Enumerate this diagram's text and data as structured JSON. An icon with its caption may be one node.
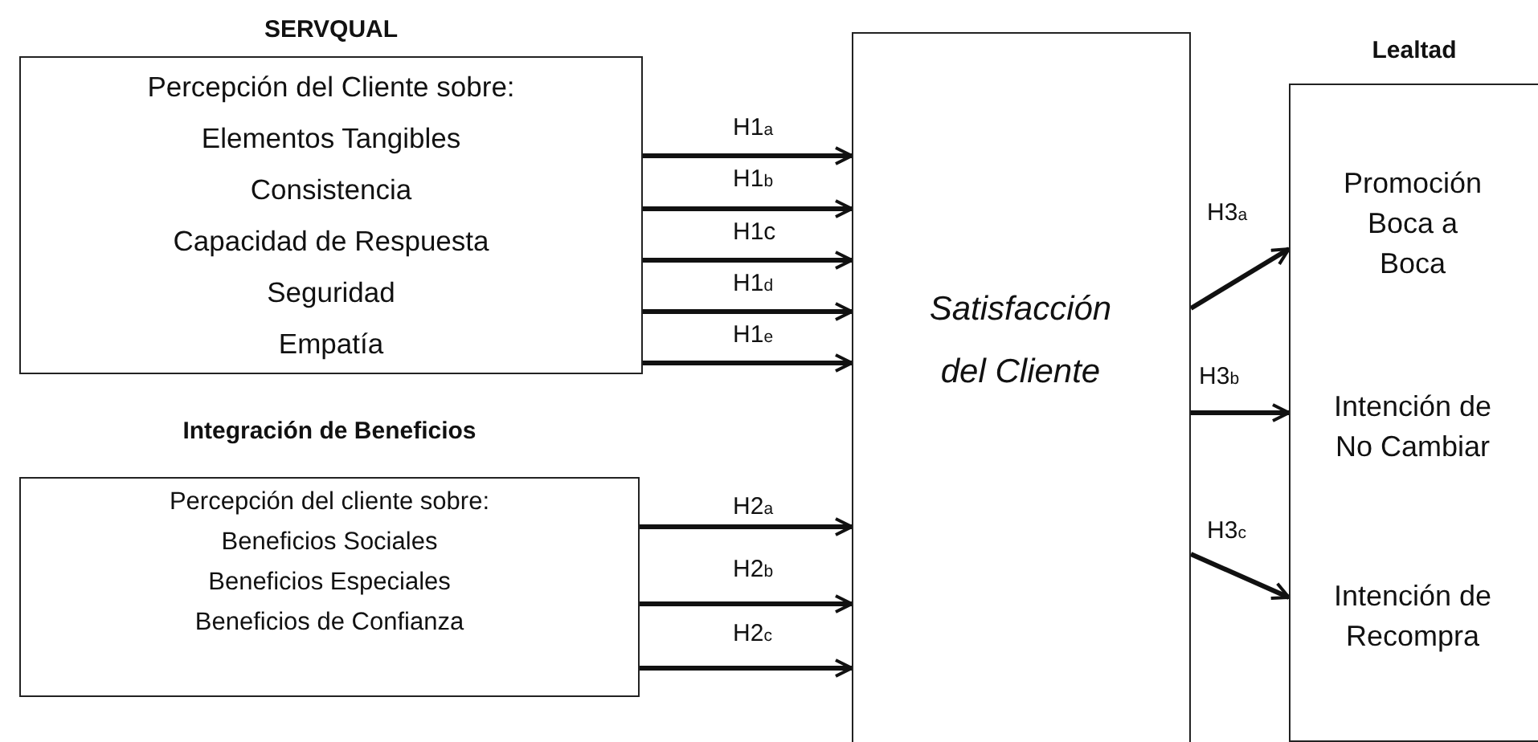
{
  "diagram": {
    "nodes": [
      {
        "text": [
          "SERVQUAL",
          "Percepción del Cliente sobre:",
          "Elementos Tangibles",
          "Consistencia",
          "Capacidad de Respuesta",
          "Seguridad",
          "Empatía"
        ]
      },
      {
        "text": [
          "Integración de Beneficios",
          "Percepción del cliente sobre:",
          "Beneficios Sociales",
          "Beneficios Especiales",
          "Beneficios de Confianza"
        ]
      },
      {
        "text": [
          "Satisfacción del Cliente"
        ]
      },
      {
        "text": [
          "Lealtad"
        ]
      },
      {
        "text": [
          "Promoción Boca a Boca"
        ],
        "in": 3
      },
      {
        "text": [
          "Intención de No Cambiar"
        ],
        "in": 3
      },
      {
        "text": [
          "Intención de Recompra"
        ],
        "in": 3
      }
    ],
    "edges": [
      {
        "from": 0,
        "to": 2,
        "arrow": "to",
        "label": "H1$_{a}$"
      },
      {
        "from": 0,
        "to": 2,
        "arrow": "to",
        "label": "H1$_{b}$"
      },
      {
        "from": 0,
        "to": 2,
        "arrow": "to",
        "label": "H1c"
      },
      {
        "from": 0,
        "to": 2,
        "arrow": "to",
        "label": "H1$_{d}$"
      },
      {
        "from": 0,
        "to": 2,
        "arrow": "to",
        "label": "H1$_{e}$"
      },
      {
        "from": 1,
        "to": 2,
        "arrow": "to",
        "label": "H2$_{a}$"
      },
      {
        "from": 1,
        "to": 2,
        "arrow": "to",
        "label": "H2$_{b}$"
      },
      {
        "from": 1,
        "to": 2,
        "arrow": "to",
        "label": "H2$_{c}$"
      },
      {
        "from": 2,
        "to": 4,
        "arrow": "to",
        "label": "H3$_{a}$"
      },
      {
        "from": 2,
        "to": 5,
        "arrow": "to",
        "label": "H3$_{b}$"
      },
      {
        "from": 2,
        "to": 6,
        "arrow": "to",
        "label": "H3$_{c}$"
      }
    ]
  }
}
